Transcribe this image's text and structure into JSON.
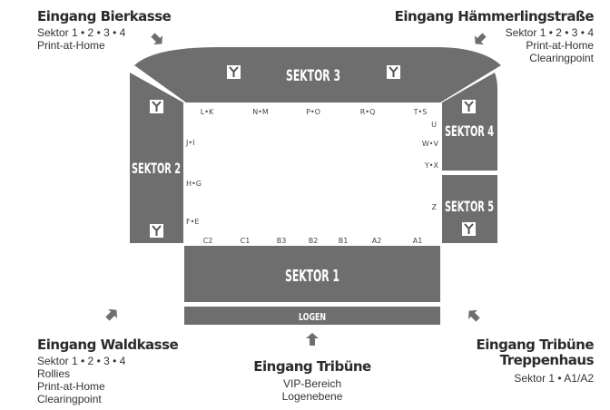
{
  "colors": {
    "sector": "#6e6e6e",
    "field": "#ffffff",
    "text_dark": "#2b2b2b",
    "sector_text": "#ffffff",
    "arrow": "#6e6e6e"
  },
  "entrances": {
    "bierkasse": {
      "title": "Eingang Bierkasse",
      "lines": [
        "Sektor 1 • 2 • 3 • 4",
        "Print-at-Home"
      ]
    },
    "haemmerling": {
      "title": "Eingang Hämmerlingstraße",
      "lines": [
        "Sektor 1 • 2 • 3 • 4",
        "Print-at-Home",
        "Clearingpoint"
      ]
    },
    "waldkasse": {
      "title": "Eingang Waldkasse",
      "lines": [
        "Sektor 1 • 2 • 3 • 4",
        "Rollies",
        "Print-at-Home",
        "Clearingpoint"
      ]
    },
    "tribuene": {
      "title": "Eingang Tribüne",
      "lines": [
        "VIP-Bereich",
        "Logenebene"
      ]
    },
    "treppenhaus": {
      "title_lines": [
        "Eingang Tribüne",
        "Treppenhaus"
      ],
      "lines": [
        "Sektor 1 • A1/A2"
      ]
    }
  },
  "sectors": {
    "s1": "SEKTOR 1",
    "s2": "SEKTOR 2",
    "s3": "SEKTOR 3",
    "s4": "SEKTOR 4",
    "s5": "SEKTOR 5",
    "logen": "LOGEN"
  },
  "blocks": {
    "top": [
      "L•K",
      "N•M",
      "P•O",
      "R•Q",
      "T•S"
    ],
    "right": [
      "U",
      "W•V",
      "Y•X",
      "Z"
    ],
    "left": [
      "J•I",
      "H•G",
      "F•E"
    ],
    "bottom": [
      "C2",
      "C1",
      "B3",
      "B2",
      "B1",
      "A2",
      "A1"
    ]
  }
}
